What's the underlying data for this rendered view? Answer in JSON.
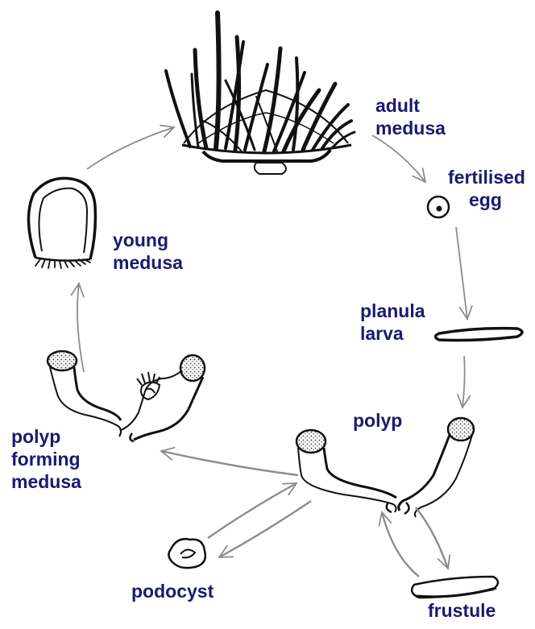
{
  "colors": {
    "label": "#1a1a6e",
    "ink": "#111111",
    "arrow": "#8c8c8c",
    "stipple": "#333333"
  },
  "stages": {
    "adult_medusa": {
      "line1": "adult",
      "line2": "medusa"
    },
    "fertilised_egg": {
      "line1": "fertilised",
      "line2": "egg"
    },
    "planula_larva": {
      "line1": "planula",
      "line2": "larva"
    },
    "polyp": {
      "line1": "polyp"
    },
    "frustule": {
      "line1": "frustule"
    },
    "podocyst": {
      "line1": "podocyst"
    },
    "polyp_forming_medusa": {
      "line1": "polyp",
      "line2": "forming",
      "line3": "medusa"
    },
    "young_medusa": {
      "line1": "young",
      "line2": "medusa"
    }
  },
  "icons": [
    "adult-medusa-drawing",
    "egg-drawing",
    "planula-drawing",
    "polyp-drawing",
    "frustule-drawing",
    "podocyst-drawing",
    "polyp-forming-medusa-drawing",
    "young-medusa-drawing",
    "arrow-icon"
  ]
}
